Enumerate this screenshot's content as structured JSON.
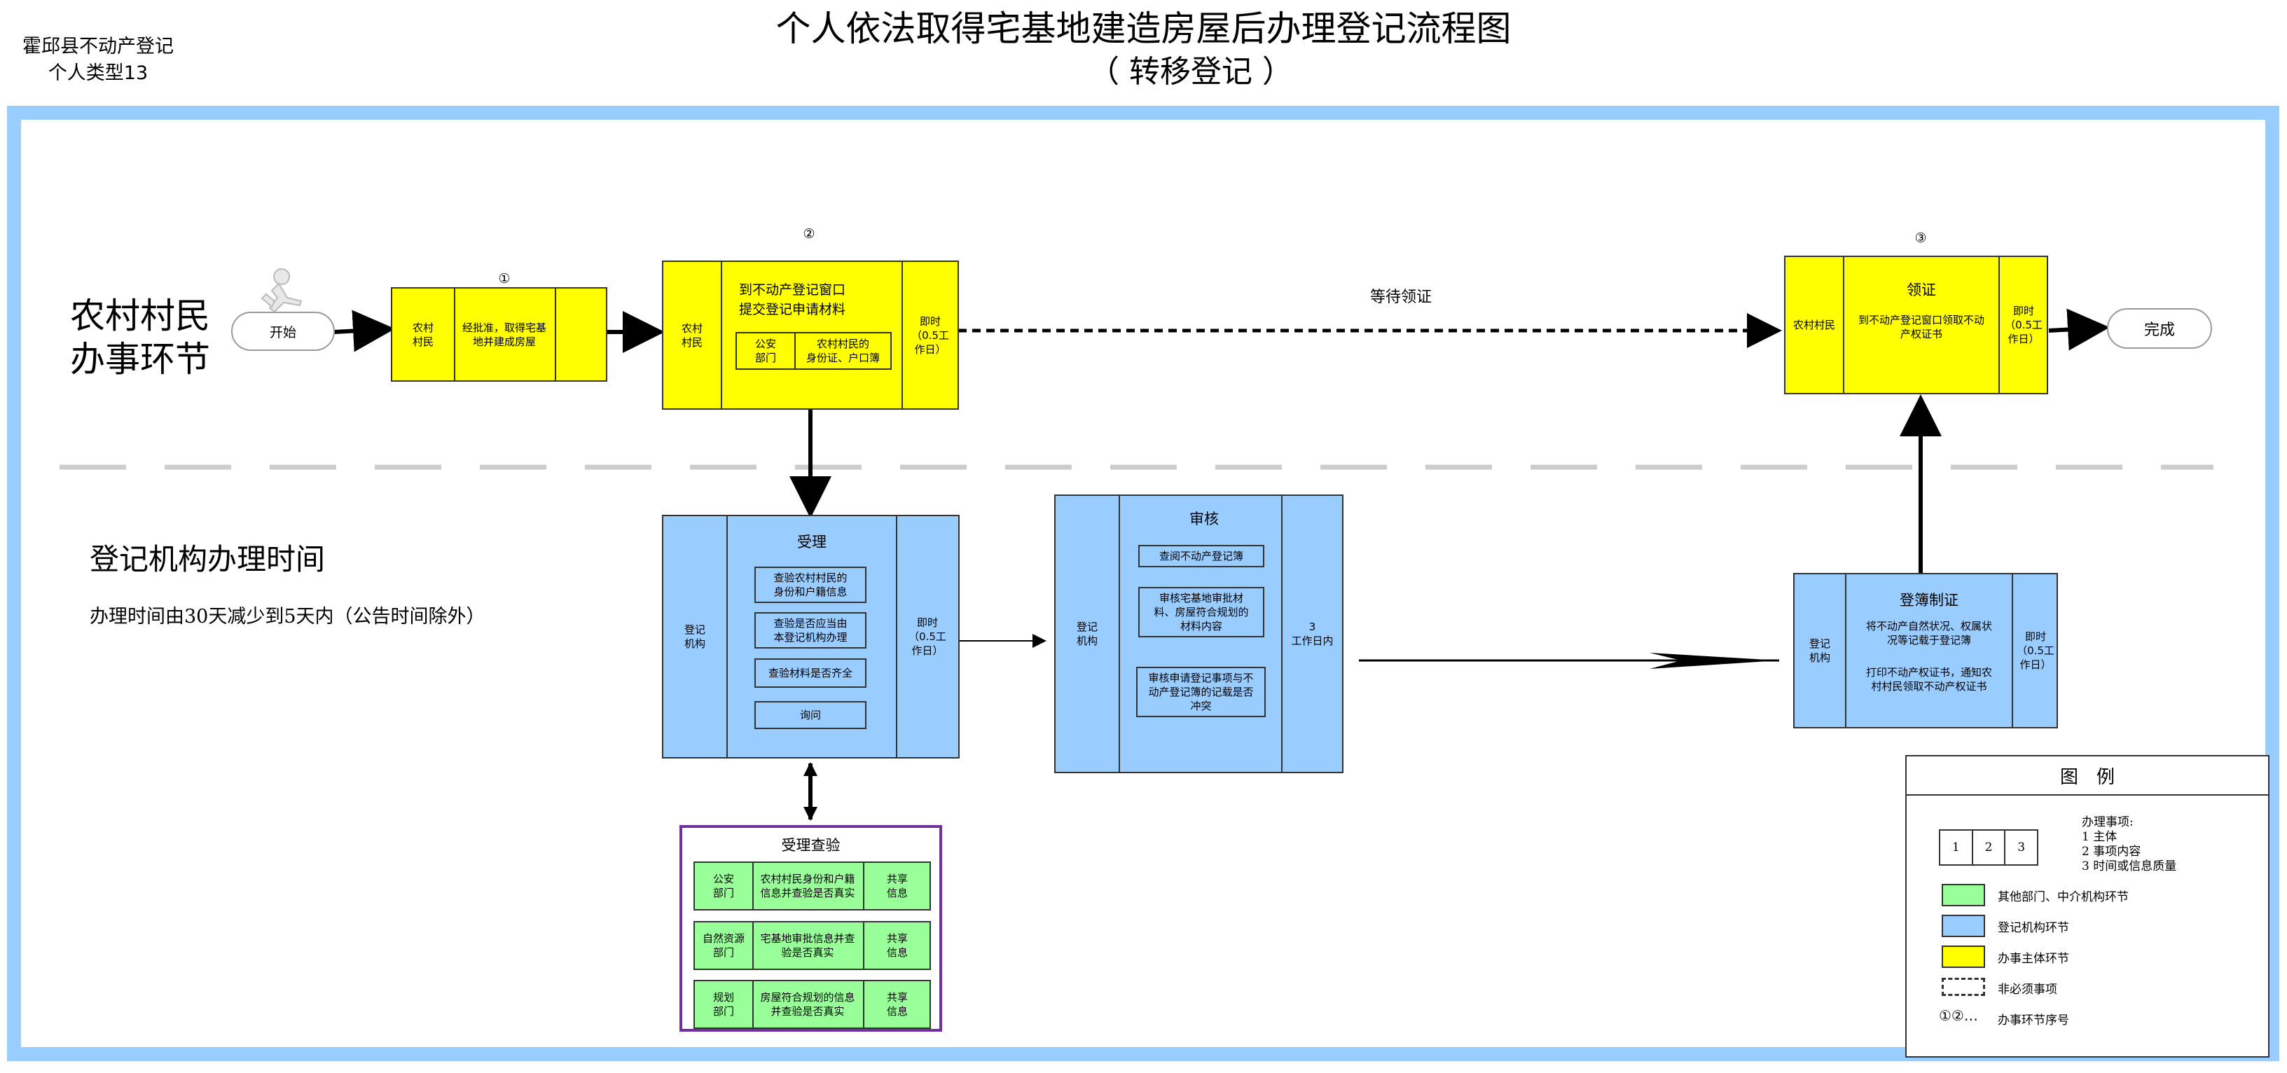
{
  "header": {
    "org": "霍邱县不动产登记",
    "type_label": "个人类型13",
    "title": "个人依法取得宅基地建造房屋后办理登记流程图",
    "subtitle": "（ 转移登记 ）"
  },
  "lanes": {
    "villager": "农村村民\n办事环节",
    "agency": "登记机构办理时间",
    "agency_note": "办理时间由30天减少到5天内（公告时间除外）"
  },
  "nodes": {
    "start": "开始",
    "end": "完成",
    "step1": {
      "num": "①",
      "subject": "农村\n村民",
      "content": "经批准，取得宅基\n地并建成房屋"
    },
    "step2": {
      "num": "②",
      "subject": "农村\n村民",
      "title": "到不动产登记窗口\n提交登记申请材料",
      "sub_dept": "公安\n部门",
      "sub_item": "农村村民的\n身份证、户口簿",
      "time": "即时\n（0.5工\n作日）"
    },
    "wait_label": "等待领证",
    "step3": {
      "num": "③",
      "subject": "农村村民",
      "title": "领证",
      "content": "到不动产登记窗口领取不动\n产权证书",
      "time": "即时\n（0.5工\n作日）"
    },
    "accept": {
      "subject": "登记\n机构",
      "title": "受理",
      "items": [
        "查验农村村民的\n身份和户籍信息",
        "查验是否应当由\n本登记机构办理",
        "查验材料是否齐全",
        "询问"
      ],
      "time": "即时\n（0.5工\n作日）"
    },
    "review": {
      "subject": "登记\n机构",
      "title": "审核",
      "items": [
        "查阅不动产登记簿",
        "审核宅基地审批材\n料、房屋符合规划的\n材料内容",
        "审核申请登记事项与不\n动产登记簿的记载是否\n冲突"
      ],
      "time": "3\n工作日内"
    },
    "register": {
      "subject": "登记\n机构",
      "title": "登簿制证",
      "content1": "将不动产自然状况、权属状\n况等记载于登记簿",
      "content2": "打印不动产权证书，通知农\n村村民领取不动产权证书",
      "time": "即时\n（0.5工\n作日）"
    },
    "verify": {
      "title": "受理查验",
      "rows": [
        {
          "dept": "公安\n部门",
          "content": "农村村民身份和户籍\n信息并查验是否真实",
          "result": "共享\n信息"
        },
        {
          "dept": "自然资源\n部门",
          "content": "宅基地审批信息并查\n验是否真实",
          "result": "共享\n信息"
        },
        {
          "dept": "规划\n部门",
          "content": "房屋符合规划的信息\n并查验是否真实",
          "result": "共享\n信息"
        }
      ]
    }
  },
  "legend": {
    "title": "图　例",
    "cells": [
      "1",
      "2",
      "3"
    ],
    "matters": "办理事项:\n1 主体\n2 事项内容\n3 时间或信息质量",
    "green": "其他部门、中介机构环节",
    "blue": "登记机构环节",
    "yellow": "办事主体环节",
    "dashed": "非必须事项",
    "seq_symbol": "①②…",
    "seq": "办事环节序号",
    "colors": {
      "green": "#99ff99",
      "blue": "#99ccff",
      "yellow": "#ffff00",
      "frame": "#99ccff",
      "verify_border": "#7030a0"
    }
  }
}
